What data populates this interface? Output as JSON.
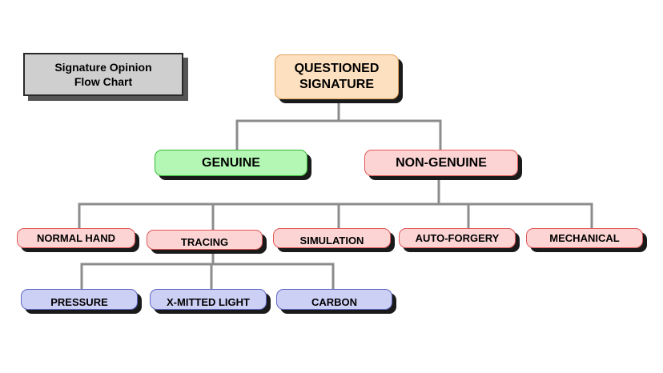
{
  "title": {
    "line1": "Signature Opinion",
    "line2": "Flow Chart"
  },
  "nodes": {
    "questioned": {
      "line1": "QUESTIONED",
      "line2": "SIGNATURE"
    },
    "genuine": "GENUINE",
    "non_genuine": "NON-GENUINE",
    "non_genuine_types": [
      "NORMAL HAND",
      "TRACING",
      "SIMULATION",
      "AUTO-FORGERY",
      "MECHANICAL"
    ],
    "tracing_methods": [
      "PRESSURE",
      "X-MITTED LIGHT",
      "CARBON"
    ]
  },
  "colors": {
    "connector": "#8c8c8c",
    "questioned_fill": "#fde0bf",
    "genuine_fill": "#b4f7b4",
    "non_genuine_fill": "#fcd4d4",
    "tracing_method_fill": "#cdd0f5",
    "title_fill": "#cfcfcf"
  }
}
